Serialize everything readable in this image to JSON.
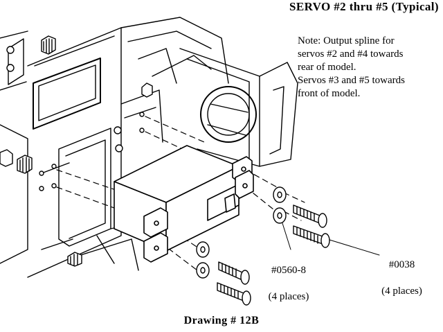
{
  "title": "SERVO #2 thru #5 (Typical)",
  "note": "Note: Output spline for\nservos #2 and #4 towards\nrear of model.\nServos #3 and #5 towards\nfront of model.",
  "callouts": [
    {
      "part": "#0560-8",
      "qty": "(4 places)"
    },
    {
      "part": "#0038",
      "qty": "(4 places)"
    }
  ],
  "caption": "Drawing # 12B"
}
